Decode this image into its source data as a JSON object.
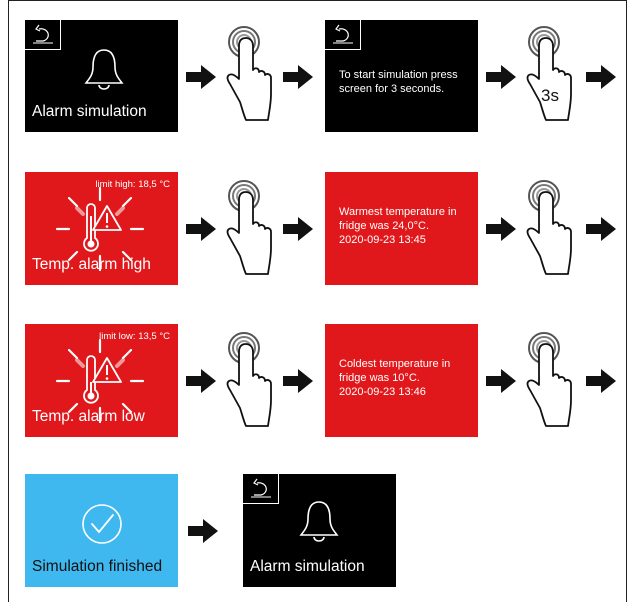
{
  "rows": [
    {
      "screen1": {
        "type": "alarm-bell-screen",
        "caption": "Alarm simulation",
        "icon": "bell-icon",
        "color": "#000000"
      },
      "screen2": {
        "type": "text-screen",
        "lines": [
          "To start simulation press",
          "screen for 3 seconds."
        ],
        "color": "#000000"
      },
      "hand_label": "3s"
    },
    {
      "screen1": {
        "type": "temp-alarm-screen",
        "caption": "Temp. alarm high",
        "limit": "limit high: 18,5 °C",
        "icon": "thermometer-alarm-icon",
        "color": "#e0181b"
      },
      "screen2": {
        "type": "text-screen",
        "lines": [
          "Warmest temperature in",
          "fridge was 24,0°C.",
          "2020-09-23 13:45"
        ],
        "color": "#e0181b"
      }
    },
    {
      "screen1": {
        "type": "temp-alarm-screen",
        "caption": "Temp. alarm low",
        "limit": "limit low: 13,5 °C",
        "icon": "thermometer-alarm-icon",
        "color": "#e0181b"
      },
      "screen2": {
        "type": "text-screen",
        "lines": [
          "Coldest temperature in",
          "fridge was 10°C.",
          "2020-09-23 13:46"
        ],
        "color": "#e0181b"
      }
    },
    {
      "screen1": {
        "type": "finished-screen",
        "caption": "Simulation finished",
        "icon": "check-circle-icon",
        "color": "#3fb8ef"
      },
      "screen2": {
        "type": "alarm-bell-screen",
        "caption": "Alarm simulation",
        "icon": "bell-icon",
        "color": "#000000"
      }
    }
  ]
}
